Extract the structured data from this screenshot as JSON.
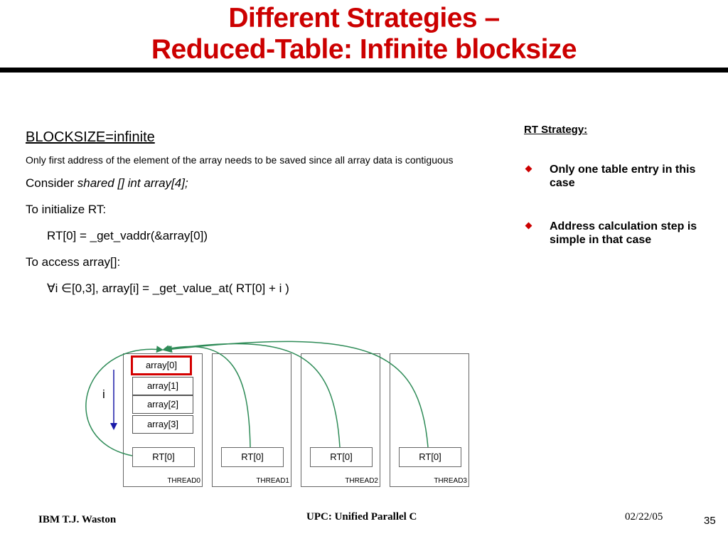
{
  "title": {
    "line1": "Different Strategies –",
    "line2": "Reduced-Table: Infinite blocksize"
  },
  "left": {
    "blocksize": "BLOCKSIZE=infinite",
    "note": "Only first address of the element of the array needs to be saved since all array data is contiguous",
    "consider_prefix": "Consider ",
    "consider_code": "shared [] int array[4];",
    "init_label": "To initialize RT:",
    "init_code": "RT[0] = _get_vaddr(&array[0])",
    "access_label": "To access array[]:",
    "access_code": "∀i ∈[0,3], array[i] = _get_value_at( RT[0] + i )"
  },
  "right": {
    "heading": "RT Strategy:",
    "bullets": [
      "Only one table entry in this case",
      "Address calculation step is simple in that case"
    ]
  },
  "diagram": {
    "array_cells": [
      "array[0]",
      "array[1]",
      "array[2]",
      "array[3]"
    ],
    "rt_label": "RT[0]",
    "index_label": "i",
    "threads": [
      "THREAD0",
      "THREAD1",
      "THREAD2",
      "THREAD3"
    ],
    "colors": {
      "arrow": "#2e8b57",
      "highlight": "#d40000",
      "index_arrow": "#1a1aa8"
    }
  },
  "footer": {
    "left": "IBM T.J. Waston",
    "center": "UPC: Unified Parallel C",
    "date": "02/22/05",
    "page": "35"
  }
}
